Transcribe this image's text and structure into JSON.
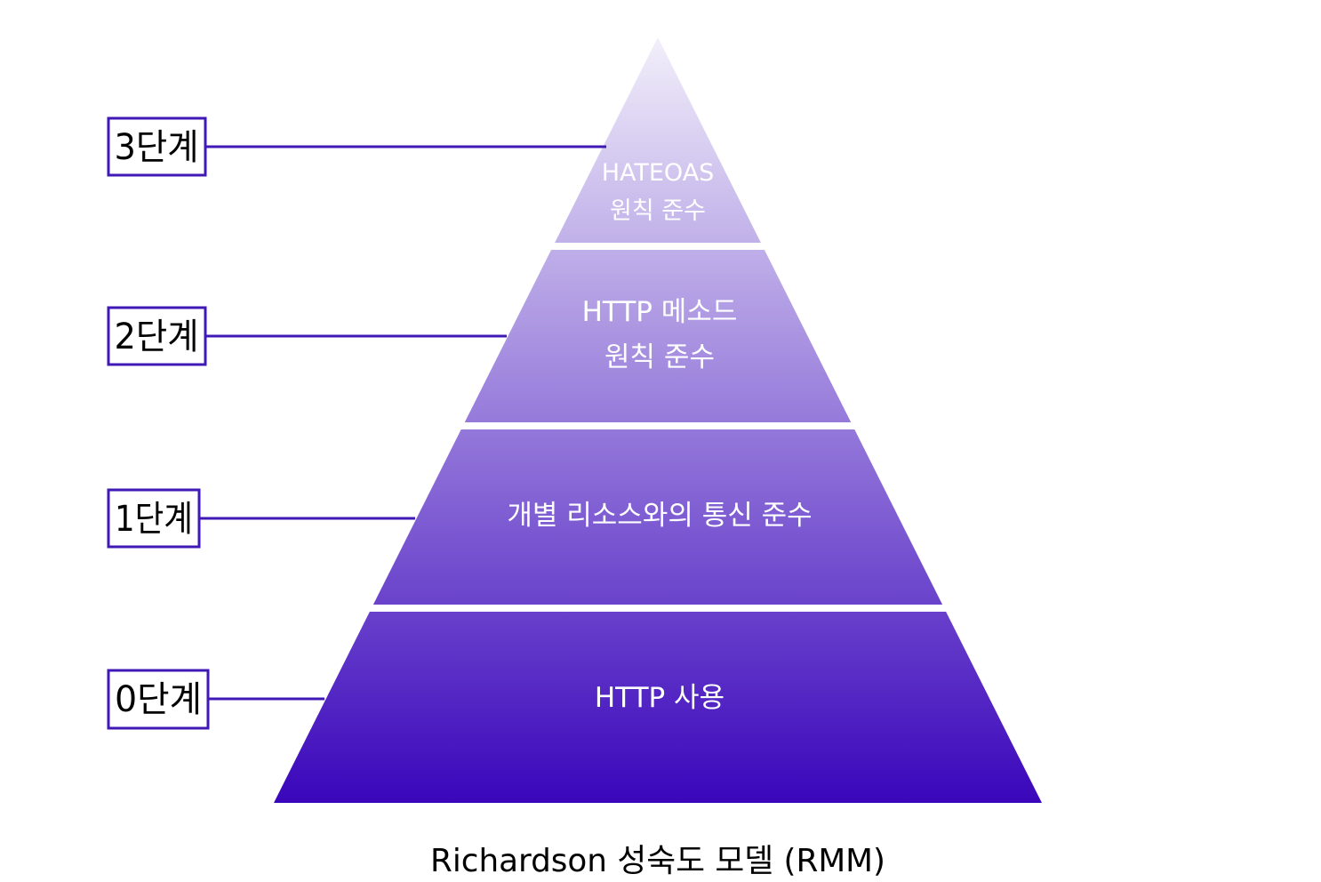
{
  "title": "Richardson 성숙도 모델 (RMM)",
  "colors": {
    "pyramid_top": "#f2effa",
    "pyramid_bottom": "#3a06bb",
    "frame": "#3f18b5",
    "separator": "#ffffff",
    "tier_text": "#ffffff",
    "level_text": "#000000"
  },
  "tiers": [
    {
      "level": "3단계",
      "lines": [
        "HATEOAS",
        "원칙 준수"
      ]
    },
    {
      "level": "2단계",
      "lines": [
        "HTTP 메소드",
        "원칙 준수"
      ]
    },
    {
      "level": "1단계",
      "lines": [
        "개별 리소스와의 통신 준수"
      ]
    },
    {
      "level": "0단계",
      "lines": [
        "HTTP 사용"
      ]
    }
  ]
}
